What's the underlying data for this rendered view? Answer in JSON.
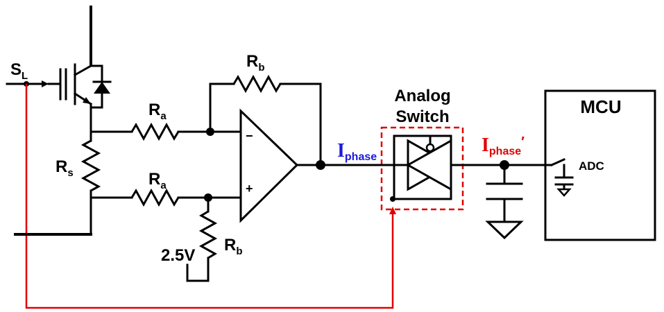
{
  "labels": {
    "sl_main": "S",
    "sl_sub": "L",
    "rb_top_main": "R",
    "rb_top_sub": "b",
    "ra_top_main": "R",
    "ra_top_sub": "a",
    "ra_bot_main": "R",
    "ra_bot_sub": "a",
    "rs_main": "R",
    "rs_sub": "s",
    "rb_bot_main": "R",
    "rb_bot_sub": "b",
    "vref": "2.5V",
    "opamp_minus": "−",
    "opamp_plus": "+",
    "iphase_main": "I",
    "iphase_sub": "phase",
    "iphase2_main": "I",
    "iphase2_sub": "phase",
    "iphase2_prime": "′",
    "switch_line1": "Analog",
    "switch_line2": "Switch",
    "mcu": "MCU",
    "adc": "ADC"
  },
  "colors": {
    "iphase": "#1a1adb",
    "iphase_prime": "#e00000",
    "control_line": "#e00000",
    "switch_box": "#e00000"
  }
}
